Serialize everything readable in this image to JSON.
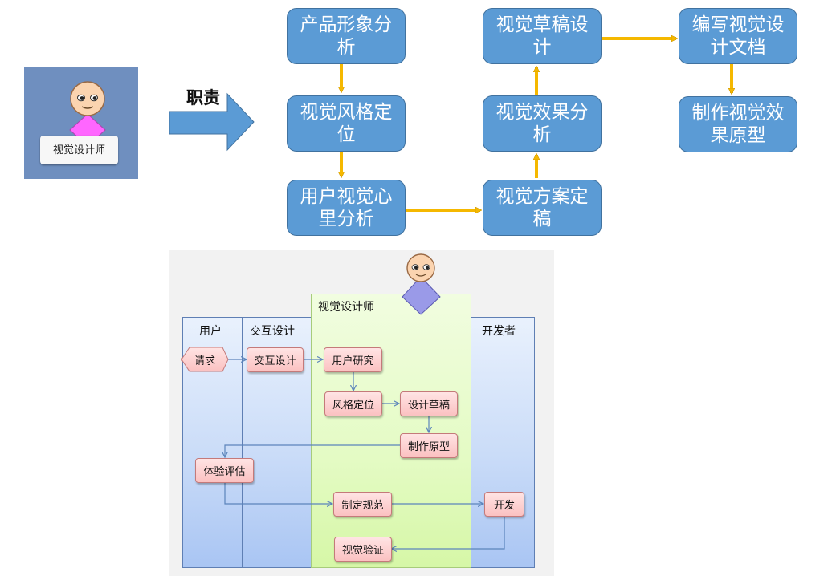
{
  "designer_card": {
    "name": "视觉设计师"
  },
  "responsibility_label": "职责",
  "flow_boxes": [
    {
      "id": "brand-image",
      "text": "产品形象分析"
    },
    {
      "id": "style-positioning",
      "text": "视觉风格定位"
    },
    {
      "id": "user-psychology",
      "text": "用户视觉心里分析"
    },
    {
      "id": "plan-finalize",
      "text": "视觉方案定稿"
    },
    {
      "id": "effect-analysis",
      "text": "视觉效果分析"
    },
    {
      "id": "draft-design",
      "text": "视觉草稿设计"
    },
    {
      "id": "write-docs",
      "text": "编写视觉设计文档"
    },
    {
      "id": "make-prototype",
      "text": "制作视觉效果原型"
    }
  ],
  "swimlane": {
    "lanes": {
      "user": "用户",
      "interaction": "交互设计",
      "visual": "视觉设计师",
      "developer": "开发者"
    },
    "nodes": {
      "request": "请求",
      "interaction_design": "交互设计",
      "user_research": "用户研究",
      "style_positioning": "风格定位",
      "design_draft": "设计草稿",
      "make_prototype": "制作原型",
      "experience_eval": "体验评估",
      "define_spec": "制定规范",
      "develop": "开发",
      "visual_verify": "视觉验证"
    }
  },
  "colors": {
    "flow_box": "#5b9bd5",
    "flow_arrow": "#f5b800",
    "card_bg": "#6f8fbf",
    "lane_blue": "#bcd3f6",
    "lane_green": "#e4fbc4",
    "node_pink": "#fbc1c1",
    "connector": "#5b84bb"
  }
}
